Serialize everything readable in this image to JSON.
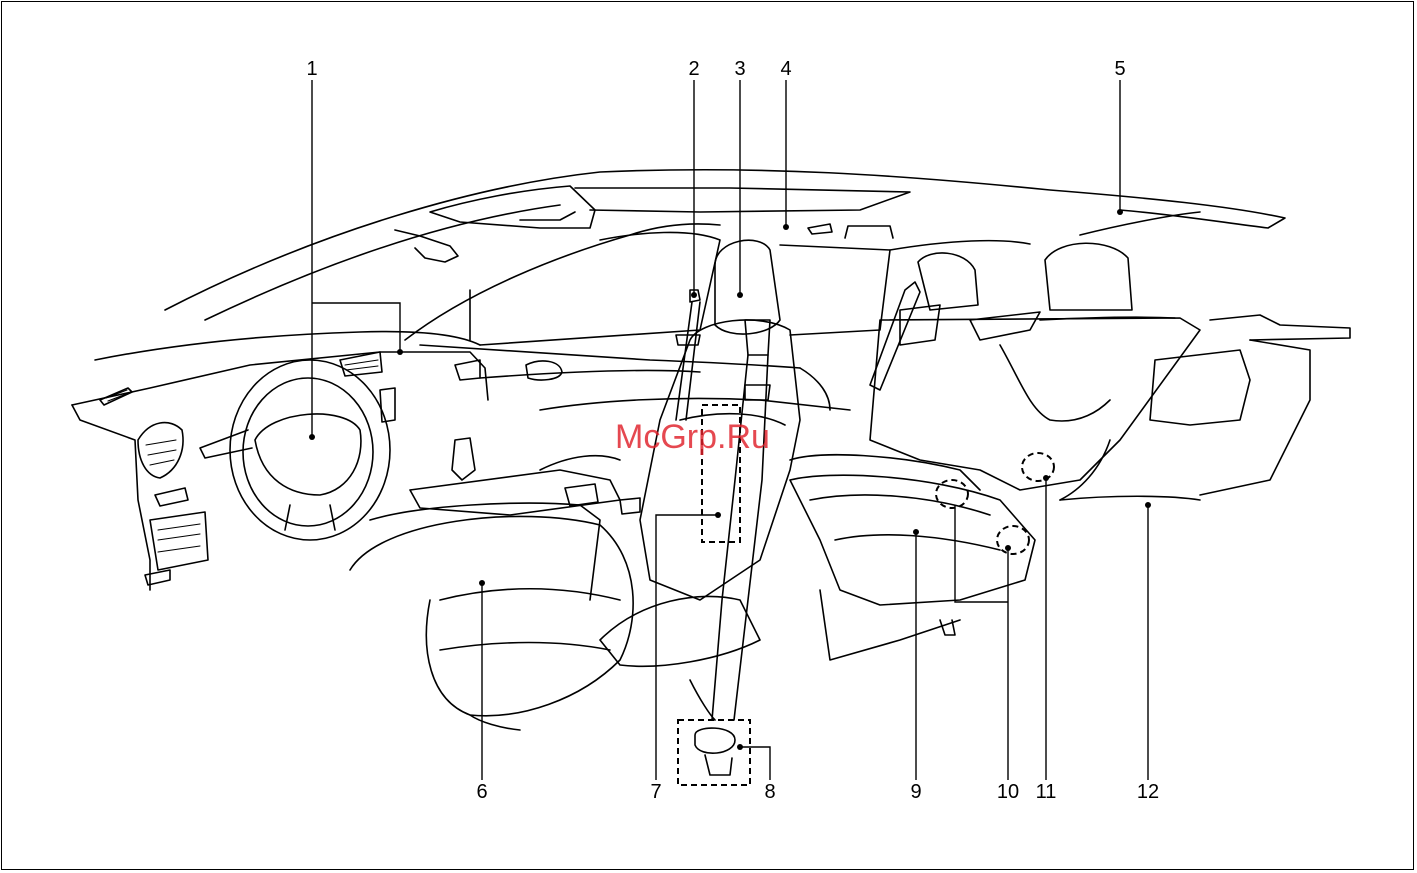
{
  "watermark": "McGrp.Ru",
  "callouts": {
    "c1": "1",
    "c2": "2",
    "c3": "3",
    "c4": "4",
    "c5": "5",
    "c6": "6",
    "c7": "7",
    "c8": "8",
    "c9": "9",
    "c10": "10",
    "c11": "11",
    "c12": "12"
  }
}
